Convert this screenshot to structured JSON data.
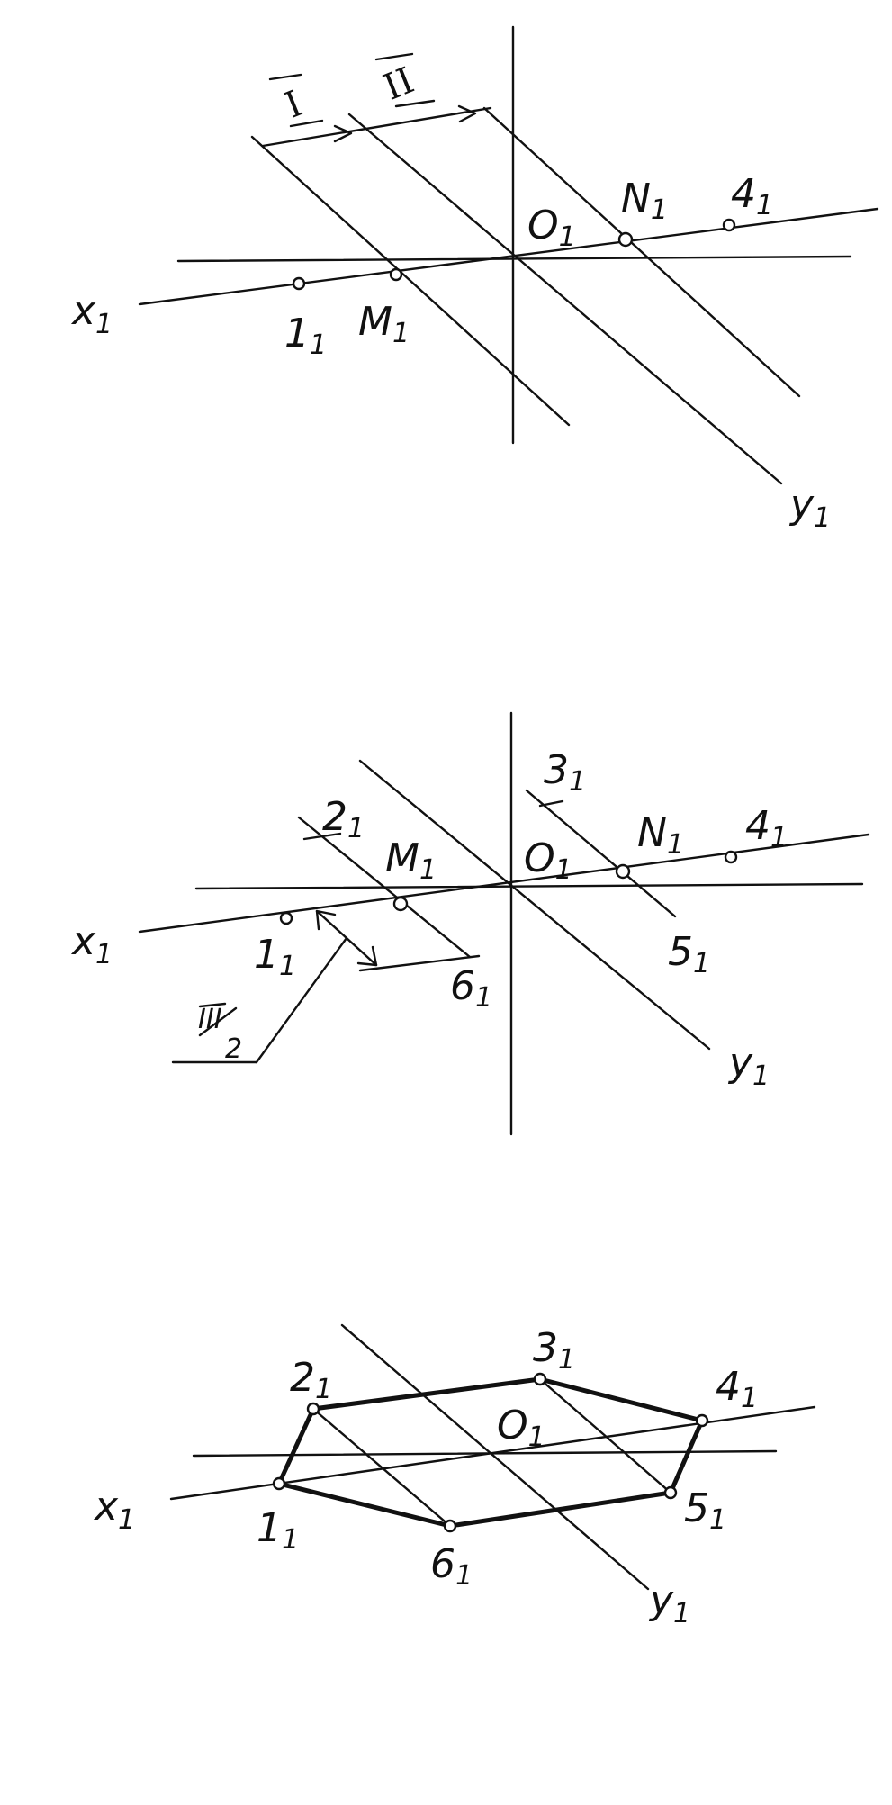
{
  "colors": {
    "ink": "#111111",
    "paper": "#ffffff"
  },
  "labels": {
    "x": "x",
    "y": "y",
    "o": "O",
    "m": "M",
    "n": "N",
    "sub": "1",
    "p1": "1",
    "p2": "2",
    "p3": "3",
    "p4": "4",
    "p5": "5",
    "p6": "6",
    "dim1": "I",
    "dim2": "II",
    "frac_top": "III",
    "frac_bottom": "2"
  }
}
